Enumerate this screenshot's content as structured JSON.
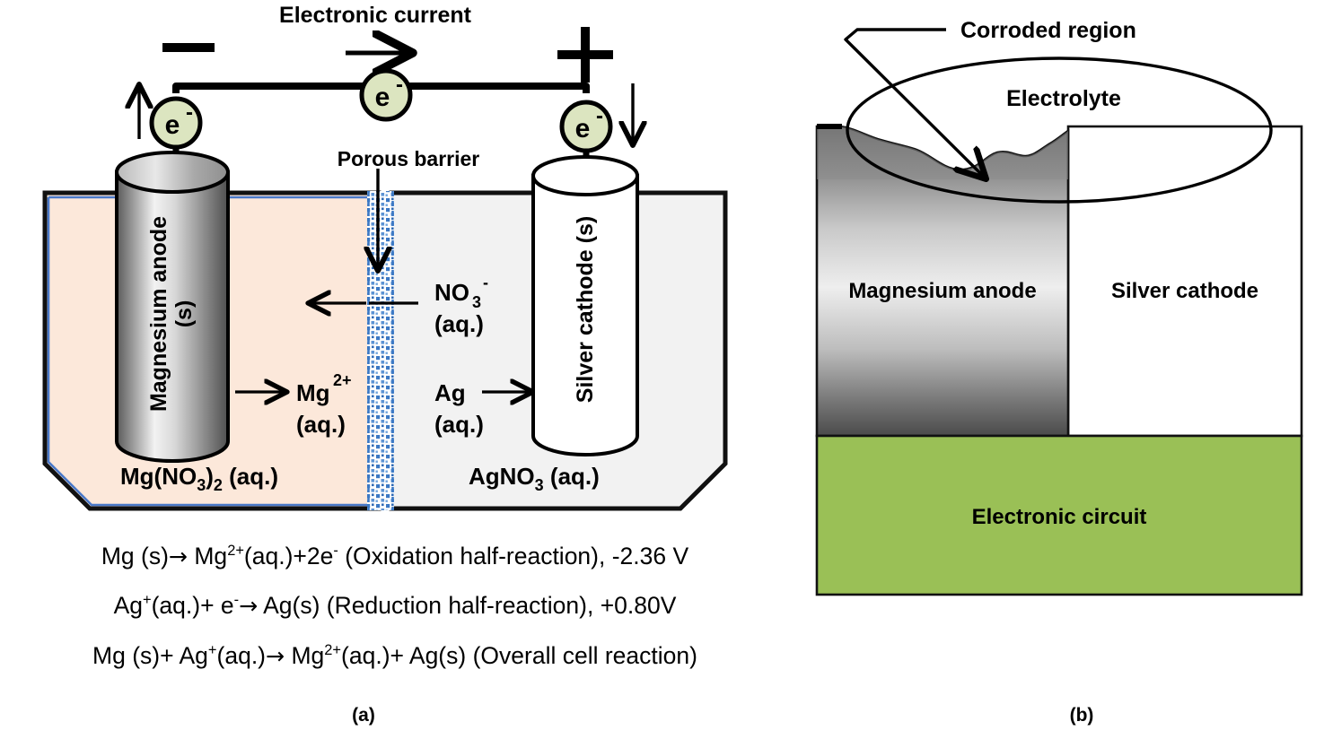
{
  "figure": {
    "panel_a_caption": "(a)",
    "panel_b_caption": "(b)"
  },
  "panel_a": {
    "title": "Electronic current",
    "porous_barrier_label": "Porous barrier",
    "minus_sign": "—",
    "plus_sign": "+",
    "electron_label": "e",
    "electron_charge": "-",
    "anode_label_line1": "Magnesium anode",
    "anode_label_line2": "(s)",
    "cathode_label": "Silver cathode (s)",
    "left_solution_label": "Mg(NO",
    "left_solution_sub": "3",
    "left_solution_label2": ")",
    "left_solution_sub2": "2",
    "left_solution_label3": " (aq.)",
    "right_solution_label": "AgNO",
    "right_solution_sub": "3",
    "right_solution_label2": " (aq.)",
    "mg_ion_line1": "Mg",
    "mg_ion_sup": "2+",
    "mg_ion_line2": "(aq.)",
    "no3_line1": "NO",
    "no3_sub": "3",
    "no3_sup": "-",
    "no3_line2": "(aq.)",
    "ag_line1": "Ag",
    "ag_line2": "(aq.)",
    "colors": {
      "left_electrolyte": "#FCE8DA",
      "right_electrolyte": "#F2F2F2",
      "electron_fill": "#DCE5C0",
      "barrier_dot": "#3B78C4",
      "beaker_inner_line": "#4A79C9",
      "outline": "#000000"
    }
  },
  "panel_a_equations": {
    "oxidation": {
      "reactant": "Mg (s)",
      "arrow": "→",
      "product_main": "Mg",
      "product_sup": "2+",
      "product_rest": "(aq.)+2e",
      "product_sup2": "-",
      "note": " (Oxidation half-reaction), -2.36 V",
      "potential": "-2.36 V",
      "full_text": "Mg (s)→ Mg2+(aq.)+2e- (Oxidation half-reaction), -2.36 V"
    },
    "reduction": {
      "reactant_main": "Ag",
      "reactant_sup": "+",
      "reactant_rest": "(aq.)+ e",
      "reactant_sup2": "-",
      "arrow": "→",
      "product": " Ag(s)",
      "note": " (Reduction half-reaction), +0.80V",
      "potential": "+0.80V",
      "full_text": "Ag+(aq.)+ e-→ Ag(s) (Reduction half-reaction), +0.80V"
    },
    "overall": {
      "reactant1": "Mg (s)+ Ag",
      "reactant1_sup": "+",
      "reactant1_rest": "(aq.)",
      "arrow": "→",
      "product_main": " Mg",
      "product_sup": "2+",
      "product_rest": "(aq.)+ Ag(s)",
      "note": " (Overall cell reaction)",
      "full_text": "Mg (s)+ Ag+(aq.)→ Mg2+(aq.)+ Ag(s) (Overall cell reaction)"
    }
  },
  "panel_b": {
    "corroded_region_label": "Corroded region",
    "electrolyte_label": "Electrolyte",
    "anode_label": "Magnesium anode",
    "cathode_label": "Silver cathode",
    "circuit_label": "Electronic circuit",
    "colors": {
      "circuit_green": "#9AC056",
      "anode_gradient_dark": "#4D4D4D",
      "anode_gradient_light": "#EDEDED",
      "corroded_fill": "#9E9E9E",
      "cathode_fill": "#FFFFFF",
      "outline": "#000000"
    }
  }
}
